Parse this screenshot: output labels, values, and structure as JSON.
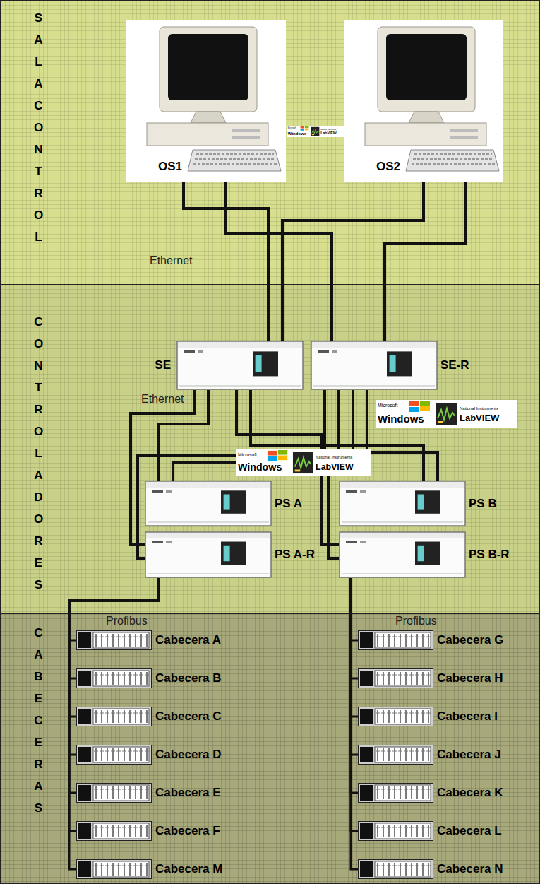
{
  "diagram": {
    "nodes": [
      {
        "text": [
          "SALA CONTROL"
        ]
      },
      {
        "text": [
          "OS1"
        ],
        "in": 0
      },
      {
        "text": [
          "OS2"
        ],
        "in": 0
      },
      {
        "text": [
          "CONTROLADORES"
        ]
      },
      {
        "text": [
          "SE"
        ],
        "in": 3
      },
      {
        "text": [
          "SE-R"
        ],
        "in": 3
      },
      {
        "text": [
          "PS A"
        ],
        "in": 3
      },
      {
        "text": [
          "PS B"
        ],
        "in": 3
      },
      {
        "text": [
          "PS A-R"
        ],
        "in": 3
      },
      {
        "text": [
          "PS B-R"
        ],
        "in": 3
      },
      {
        "text": [
          "CABECERAS"
        ]
      },
      {
        "text": [
          "Cabecera A"
        ],
        "in": 10
      },
      {
        "text": [
          "Cabecera B"
        ],
        "in": 10
      },
      {
        "text": [
          "Cabecera C"
        ],
        "in": 10
      },
      {
        "text": [
          "Cabecera D"
        ],
        "in": 10
      },
      {
        "text": [
          "Cabecera E"
        ],
        "in": 10
      },
      {
        "text": [
          "Cabecera F"
        ],
        "in": 10
      },
      {
        "text": [
          "Cabecera M"
        ],
        "in": 10
      },
      {
        "text": [
          "Cabecera G"
        ],
        "in": 10
      },
      {
        "text": [
          "Cabecera H"
        ],
        "in": 10
      },
      {
        "text": [
          "Cabecera I"
        ],
        "in": 10
      },
      {
        "text": [
          "Cabecera J"
        ],
        "in": 10
      },
      {
        "text": [
          "Cabecera K"
        ],
        "in": 10
      },
      {
        "text": [
          "Cabecera L"
        ],
        "in": 10
      },
      {
        "text": [
          "Cabecera N"
        ],
        "in": 10
      }
    ],
    "edges": [
      {
        "from": 1,
        "to": 4,
        "arrow": "none"
      },
      {
        "from": 1,
        "to": 5,
        "arrow": "none"
      },
      {
        "from": 2,
        "to": 4,
        "arrow": "none"
      },
      {
        "from": 2,
        "to": 5,
        "arrow": "none"
      },
      {
        "from": 4,
        "to": 6,
        "arrow": "none"
      },
      {
        "from": 4,
        "to": 7,
        "arrow": "none"
      },
      {
        "from": 4,
        "to": 8,
        "arrow": "none"
      },
      {
        "from": 4,
        "to": 9,
        "arrow": "none"
      },
      {
        "from": 5,
        "to": 6,
        "arrow": "none"
      },
      {
        "from": 5,
        "to": 7,
        "arrow": "none"
      },
      {
        "from": 5,
        "to": 8,
        "arrow": "none"
      },
      {
        "from": 5,
        "to": 9,
        "arrow": "none"
      },
      {
        "from": 8,
        "to": 11,
        "arrow": "none"
      },
      {
        "from": 8,
        "to": 12,
        "arrow": "none"
      },
      {
        "from": 8,
        "to": 13,
        "arrow": "none"
      },
      {
        "from": 8,
        "to": 14,
        "arrow": "none"
      },
      {
        "from": 8,
        "to": 15,
        "arrow": "none"
      },
      {
        "from": 8,
        "to": 16,
        "arrow": "none"
      },
      {
        "from": 8,
        "to": 17,
        "arrow": "none"
      },
      {
        "from": 9,
        "to": 18,
        "arrow": "none"
      },
      {
        "from": 9,
        "to": 19,
        "arrow": "none"
      },
      {
        "from": 9,
        "to": 20,
        "arrow": "none"
      },
      {
        "from": 9,
        "to": 21,
        "arrow": "none"
      },
      {
        "from": 9,
        "to": 22,
        "arrow": "none"
      },
      {
        "from": 9,
        "to": 23,
        "arrow": "none"
      },
      {
        "from": 9,
        "to": 24,
        "arrow": "none"
      }
    ],
    "labels": [
      "Ethernet",
      "Ethernet",
      "Profibus",
      "Profibus",
      "Microsoft",
      "Windows",
      "National Instruments",
      "LabVIEW",
      "Microsoft",
      "Windows",
      "National Instruments",
      "LabVIEW",
      "Microsoft",
      "Windows",
      "National Instruments",
      "LabVIEW"
    ]
  }
}
